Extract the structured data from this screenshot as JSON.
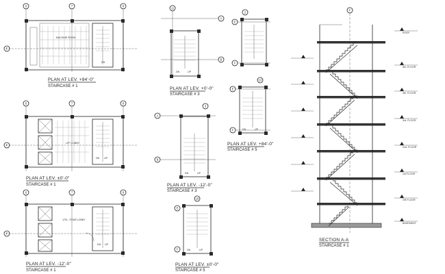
{
  "plans": [
    {
      "title": "PLAN AT LEV. +84'-0\"",
      "subtitle": "STAIRCASE # 1",
      "room": "MACHINE ROOM",
      "bubbles": [
        "6",
        "7",
        "8",
        "F"
      ]
    },
    {
      "title": "PLAN AT LEV. ±0'-0\"",
      "subtitle": "STAIRCASE # 1",
      "room": "LIFT LOBBY",
      "bubbles": [
        "6",
        "7",
        "8",
        "F"
      ]
    },
    {
      "title": "PLAN AT LEV. -12'-0\"",
      "subtitle": "STAIRCASE # 1",
      "room": "UTIL. STAIR LOBBY",
      "bubbles": [
        "6",
        "7",
        "8",
        "F"
      ]
    },
    {
      "title": "PLAN AT LEV. +0'-0\"",
      "subtitle": "STAIRCASE # 3",
      "bubbles": [
        "11",
        "A",
        "B"
      ]
    },
    {
      "title": "PLAN AT LEV. -12'-0\"",
      "subtitle": "STAIRCASE # 3",
      "bubbles": [
        "3",
        "A",
        "B"
      ]
    },
    {
      "title": "PLAN AT LEV. ±0'-0\"",
      "subtitle": "STAIRCASE # 5",
      "bubbles": [
        "18",
        "E",
        "F"
      ]
    },
    {
      "title": "PLAN AT LEV. +84'-0\"",
      "subtitle": "STAIRCASE # 5",
      "bubbles": [
        "13",
        "E",
        "F"
      ]
    },
    {
      "title": "",
      "subtitle": "",
      "bubbles": [
        "2",
        "E",
        "F"
      ]
    }
  ],
  "section": {
    "title": "SECTION A-A",
    "subtitle": "STAIRCASE # 1",
    "bubble": "F",
    "levels": [
      "ROOF",
      "5th. FLOOR",
      "4th. FLOOR",
      "3rd. FLOOR",
      "2nd. FLOOR",
      "1st FLOOR",
      "GR.FLOOR",
      "BASEMENT"
    ]
  },
  "annotations": {
    "up": "UP",
    "dn": "DN"
  }
}
